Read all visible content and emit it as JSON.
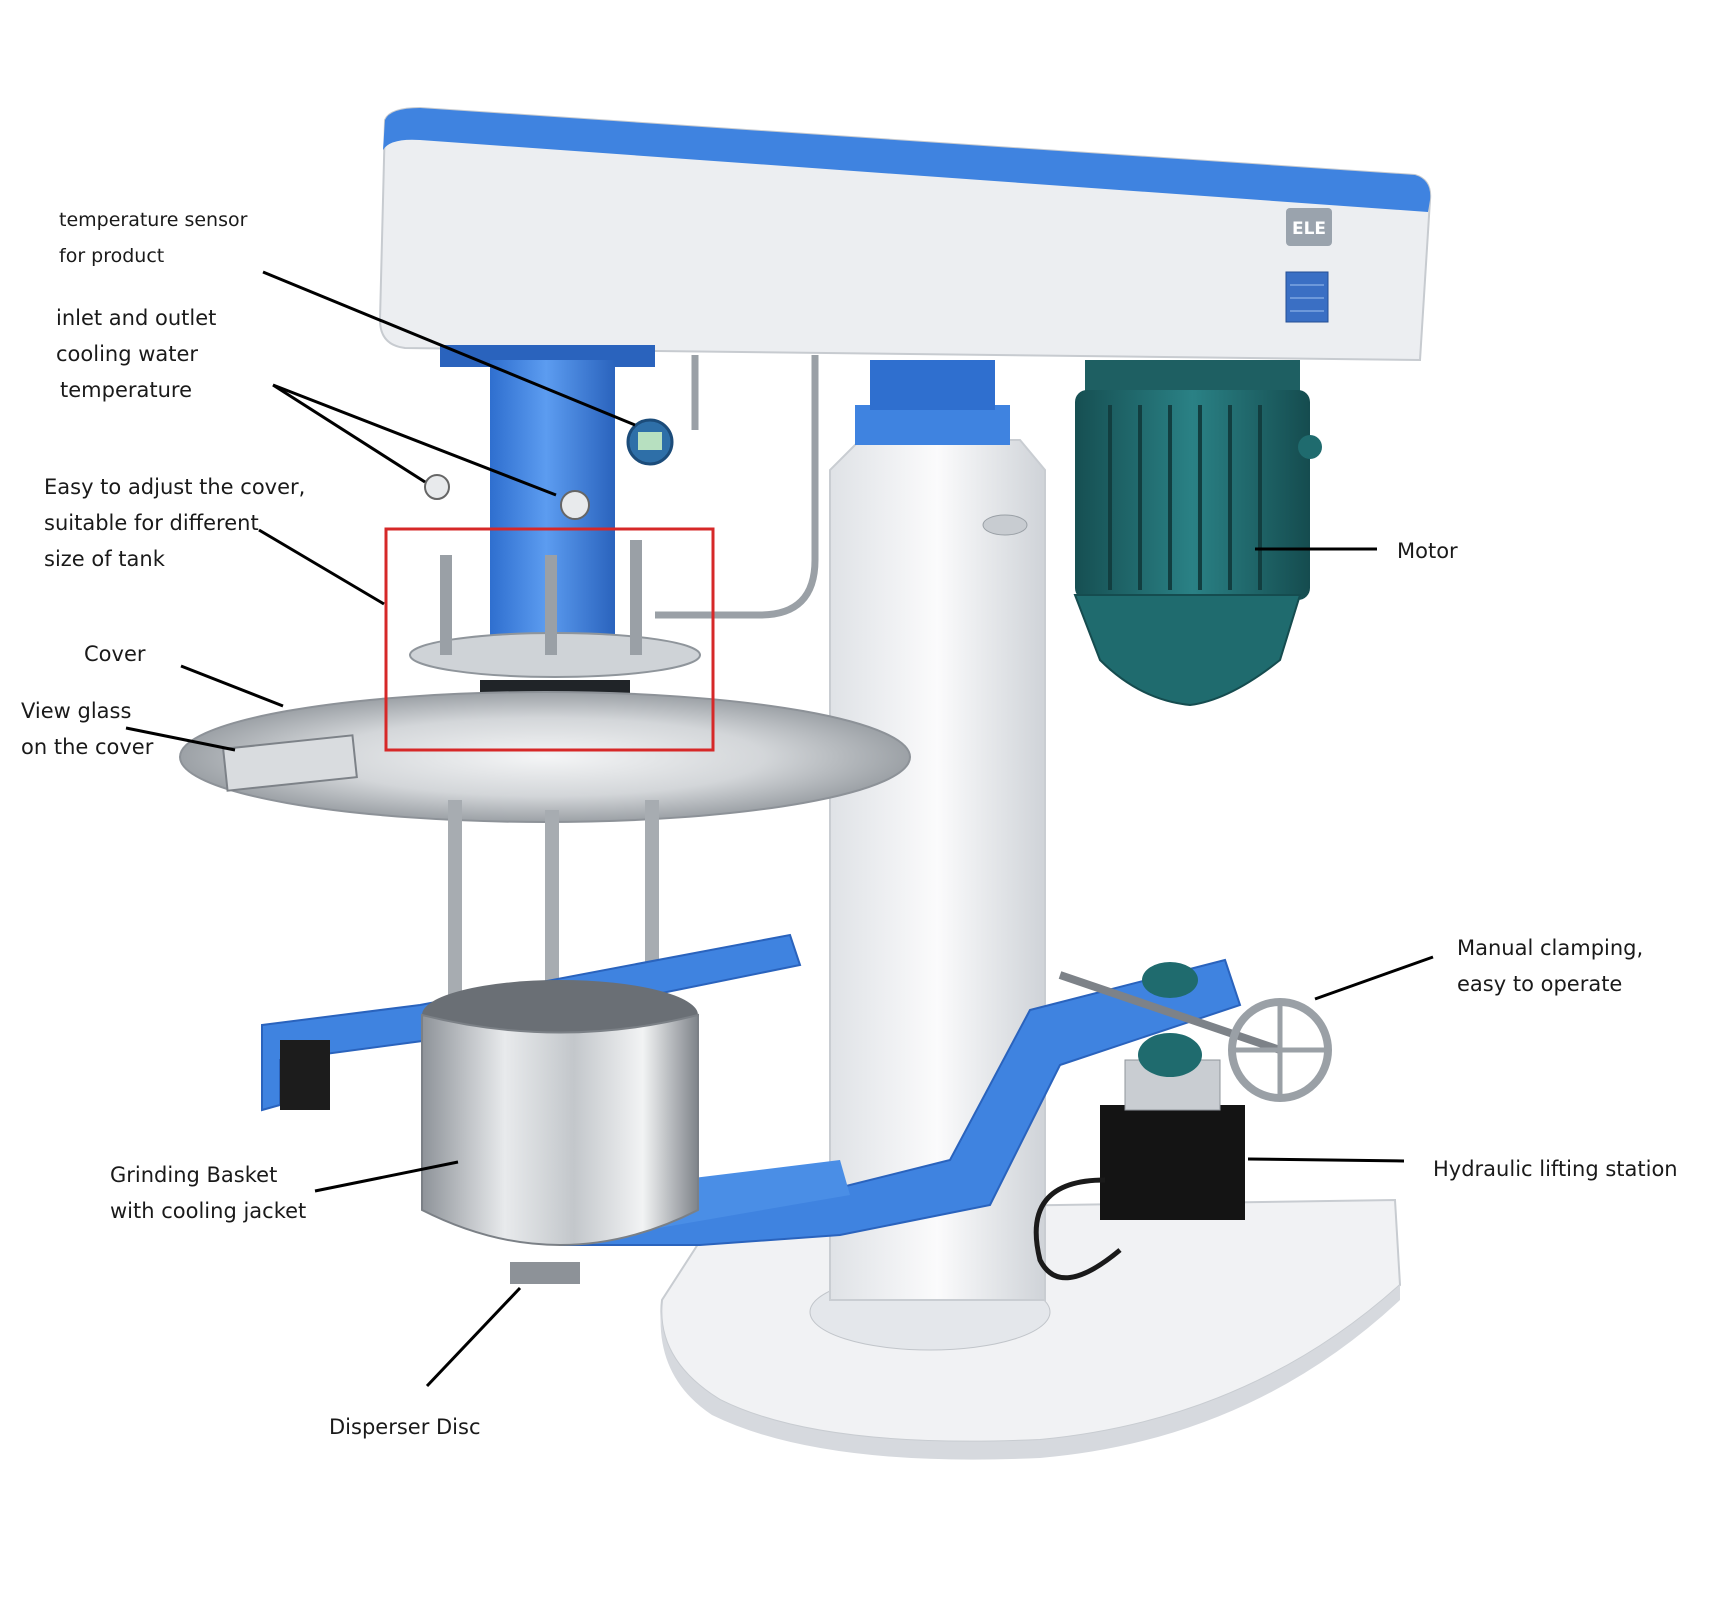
{
  "labels": {
    "temp_sensor": [
      "temperature sensor",
      "for product"
    ],
    "cooling_water": [
      "inlet and outlet",
      "cooling water",
      "temperature"
    ],
    "adjust_cover": [
      "Easy to adjust the cover,",
      "suitable for different",
      "size of tank"
    ],
    "cover": "Cover",
    "view_glass": [
      "View glass",
      "on the cover"
    ],
    "motor": "Motor",
    "manual_clamping": [
      "Manual clamping,",
      "easy to operate"
    ],
    "hydraulic": "Hydraulic lifting station",
    "grinding_basket": [
      "Grinding Basket",
      "with cooling jacket"
    ],
    "disperser_disc": "Disperser Disc"
  },
  "machine": {
    "brand_plate": "ELE",
    "colors": {
      "frame_blue": "#3f83e0",
      "body_white": "#eef0f3",
      "steel": "#b9bdc2",
      "motor_teal": "#1f6b6e",
      "highlight_red": "#d62828",
      "hydraulic_black": "#141414"
    }
  }
}
